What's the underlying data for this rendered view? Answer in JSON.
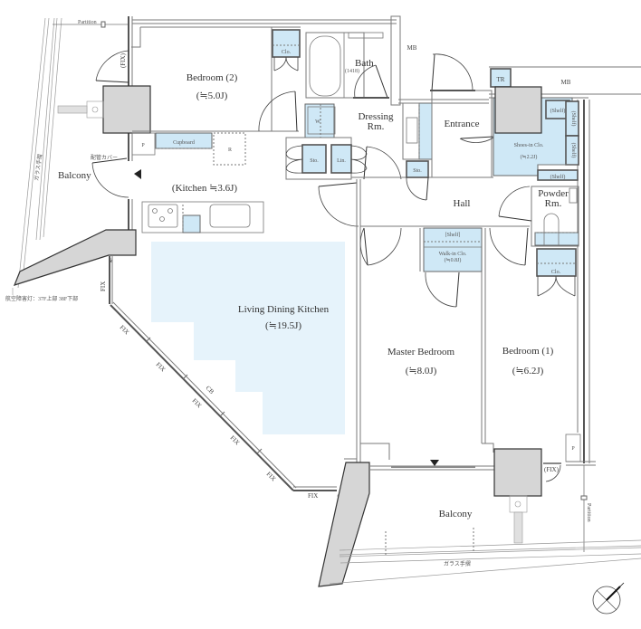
{
  "plan": {
    "rooms": {
      "bedroom2": {
        "label": "Bedroom (2)",
        "area": "(≒5.0J)"
      },
      "bath": {
        "label": "Bath",
        "size": "(1418)"
      },
      "dressing": {
        "label": "Dressing",
        "label2": "Rm."
      },
      "entrance": {
        "label": "Entrance"
      },
      "shoes_in": {
        "label": "Shoes-in Clo.",
        "area": "(≒2.2J)"
      },
      "kitchen": {
        "label": "(Kitchen ≒3.6J)"
      },
      "hall": {
        "label": "Hall"
      },
      "powder": {
        "label": "Powder",
        "label2": "Rm."
      },
      "walkin": {
        "shelf": "[Shelf]",
        "label": "Walk-in Clo.",
        "area": "(≒0.8J)"
      },
      "ldk": {
        "label": "Living Dining Kitchen",
        "area": "(≒19.5J)"
      },
      "master": {
        "label": "Master Bedroom",
        "area": "(≒8.0J)"
      },
      "bedroom1": {
        "label": "Bedroom (1)",
        "area": "(≒6.2J)"
      },
      "balcony_left": {
        "label": "Balcony"
      },
      "balcony_bottom": {
        "label": "Balcony"
      }
    },
    "fixtures": {
      "mb_top": "MB",
      "mb_right": "MB",
      "tr": "TR",
      "clo_bedroom2": "Clo.",
      "clo_bedroom1": "Clo.",
      "cupboard": "Cupboard",
      "refrigerator": "R",
      "washer": "W",
      "sto_left": "Sto.",
      "linen": "Lin.",
      "sto_right": "Sto.",
      "shelf_a": "(Shelf)",
      "shelf_b": "(Shelf)",
      "shelf_c": "(Shelf)",
      "shelf_d": "(Shelf)",
      "ps_left": "P",
      "ps_right": "P",
      "cb": "CB",
      "pipe_cover": "配管カバー",
      "glass_rail_left": "ガラス手摺",
      "glass_rail_bottom": "ガラス手摺",
      "partition_top": "Partition",
      "partition_right": "Partition",
      "aviation_light": "航空障害灯：37F上部 38F下部",
      "fix": "FIX",
      "fix_paren": "(FIX)",
      "asterisk": "※"
    },
    "colors": {
      "storage": "#cfe8f6",
      "ldk": "#e6f3fb",
      "column": "#d6d6d6"
    }
  }
}
